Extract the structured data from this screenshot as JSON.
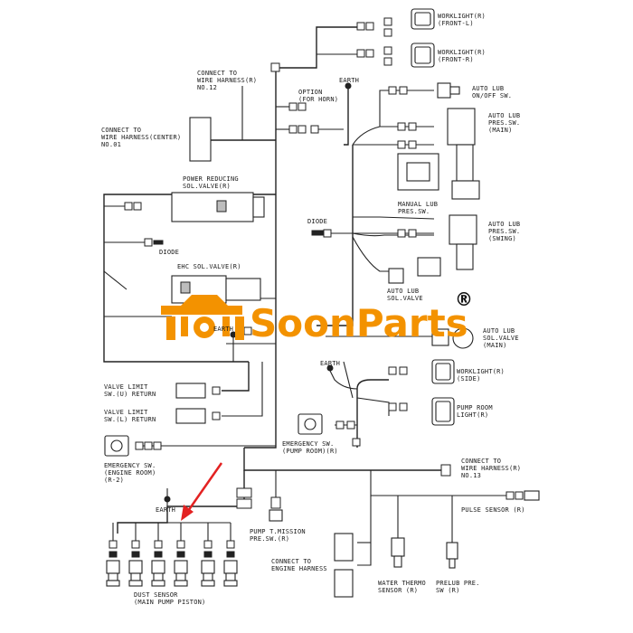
{
  "brand": {
    "name": "SoonParts",
    "registered": "®",
    "color": "#f39200"
  },
  "accent_arrow_color": "#e32222",
  "labels": {
    "worklight_fl": [
      "WORKLIGHT(R)",
      "(FRONT-L)"
    ],
    "worklight_fr": [
      "WORKLIGHT(R)",
      "(FRONT-R)"
    ],
    "connect_no12": [
      "CONNECT TO",
      "WIRE HARNESS(R)",
      "NO.12"
    ],
    "earth_top": "EARTH",
    "option_horn": [
      "OPTION",
      "(FOR HORN)"
    ],
    "auto_lub_onoff": [
      "AUTO LUB",
      "ON/OFF SW."
    ],
    "auto_lub_pres_main": [
      "AUTO LUB",
      "PRES.SW.",
      "(MAIN)"
    ],
    "connect_center": [
      "CONNECT TO",
      "WIRE HARNESS(CENTER)",
      "NO.01"
    ],
    "power_reducing": [
      "POWER REDUCING",
      "SOL.VALVE(R)"
    ],
    "manual_lub": [
      "MANUAL LUB",
      "PRES.SW."
    ],
    "diode_right": "DIODE",
    "auto_lub_pres_swing": [
      "AUTO LUB",
      "PRES.SW.",
      "(SWING)"
    ],
    "diode_left": "DIODE",
    "ehc_valve": "EHC SOL.VALVE(R)",
    "auto_lub_sol_valve": [
      "AUTO LUB",
      "SOL.VALVE"
    ],
    "earth_mid": "EARTH",
    "auto_lub_sol_valve_main": [
      "AUTO LUB",
      "SOL.VALVE",
      "(MAIN)"
    ],
    "earth_right": "EARTH",
    "worklight_side": [
      "WORKLIGHT(R)",
      "(SIDE)"
    ],
    "valve_limit_u": [
      "VALVE LIMIT",
      "SW.(U) RETURN"
    ],
    "valve_limit_l": [
      "VALVE LIMIT",
      "SW.(L) RETURN"
    ],
    "pump_room_light": [
      "PUMP ROOM",
      "LIGHT(R)"
    ],
    "emergency_pump": [
      "EMERGENCY SW.",
      "(PUMP ROOM)(R)"
    ],
    "emergency_engine": [
      "EMERGENCY SW.",
      "(ENGINE ROOM)",
      "(R-2)"
    ],
    "connect_no13": [
      "CONNECT TO",
      "WIRE HARNESS(R)",
      "NO.13"
    ],
    "earth_bottom": "EARTH",
    "pump_tmission": [
      "PUMP T.MISSION",
      "PRE.SW.(R)"
    ],
    "pulse_sensor": "PULSE SENSOR (R)",
    "connect_engine": [
      "CONNECT TO",
      "ENGINE HARNESS"
    ],
    "water_thermo": [
      "WATER THERMO",
      "SENSOR (R)"
    ],
    "prelub_pre": [
      "PRELUB PRE.",
      "SW (R)"
    ],
    "dust_sensor": [
      "DUST SENSOR",
      "(MAIN PUMP PISTON)"
    ]
  }
}
